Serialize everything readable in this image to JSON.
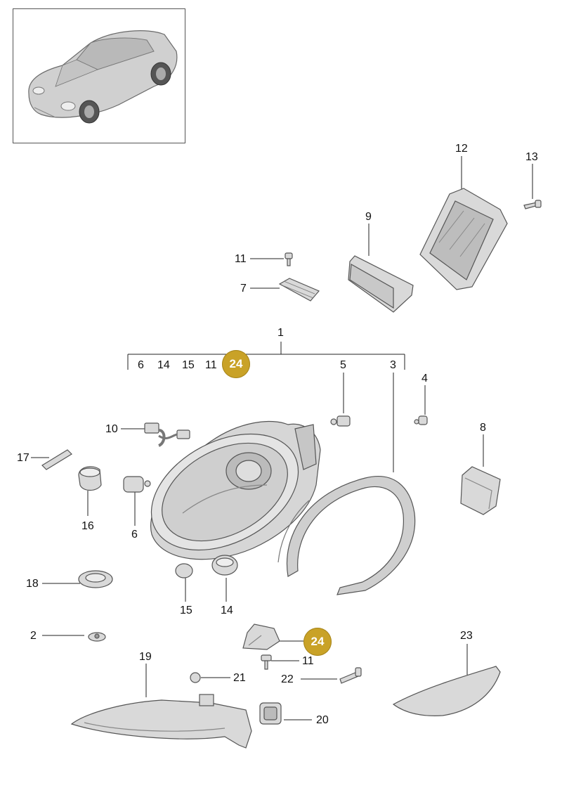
{
  "colors": {
    "accent_badge": "#c9a227",
    "line": "#222222",
    "part_fill": "#d9d9d9",
    "part_stroke": "#555555"
  },
  "vehicle_thumbnail": {
    "icon": "car-coupe-icon"
  },
  "callouts": {
    "c1": "1",
    "c2": "2",
    "c3": "3",
    "c4": "4",
    "c5": "5",
    "c6_top": "6",
    "c6": "6",
    "c7": "7",
    "c8": "8",
    "c9": "9",
    "c10": "10",
    "c11_top": "11",
    "c11_bracket": "11",
    "c11_bottom": "11",
    "c12": "12",
    "c13": "13",
    "c14_top": "14",
    "c14": "14",
    "c15_top": "15",
    "c15": "15",
    "c16": "16",
    "c17": "17",
    "c18": "18",
    "c19": "19",
    "c20": "20",
    "c21": "21",
    "c22": "22",
    "c23": "23",
    "c24_top": "24",
    "c24_bottom": "24"
  }
}
